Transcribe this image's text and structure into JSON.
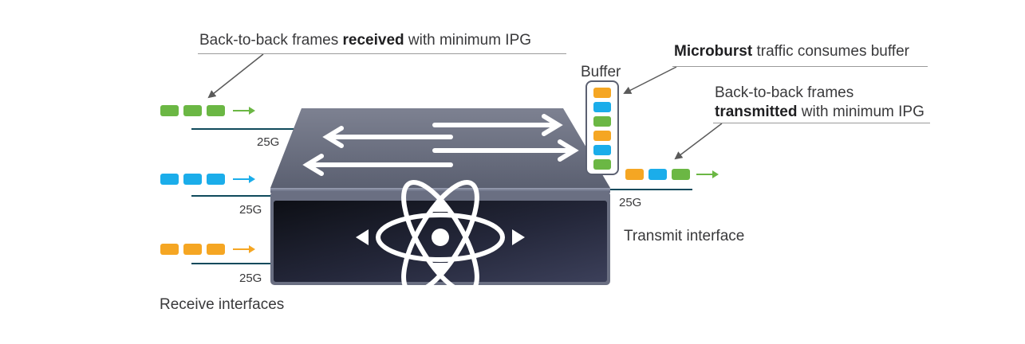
{
  "annotations": {
    "received": {
      "prefix": "Back-to-back frames ",
      "bold": "received",
      "suffix": " with minimum IPG"
    },
    "microburst": {
      "bold": "Microburst",
      "suffix": " traffic consumes buffer"
    },
    "transmitted": {
      "line1": "Back-to-back frames",
      "bold": "transmitted",
      "suffix": " with minimum IPG"
    }
  },
  "labels": {
    "buffer": "Buffer",
    "transmit_interface": "Transmit interface",
    "receive_interfaces": "Receive interfaces"
  },
  "speeds": {
    "rx1": "25G",
    "rx2": "25G",
    "rx3": "25G",
    "tx": "25G"
  },
  "colors": {
    "green": "#6bb744",
    "blue": "#1badea",
    "orange": "#f5a623",
    "interface_line": "#0f4a5c",
    "arrow": "#5a5a5a"
  },
  "streams": {
    "rx1": [
      "green",
      "green",
      "green"
    ],
    "rx2": [
      "blue",
      "blue",
      "blue"
    ],
    "rx3": [
      "orange",
      "orange",
      "orange"
    ],
    "tx": [
      "orange",
      "blue",
      "green"
    ],
    "buffer": [
      "orange",
      "blue",
      "green",
      "orange",
      "blue",
      "green"
    ]
  },
  "icons": {
    "switch": "network-switch-icon",
    "hub": "switch-fabric-icon"
  }
}
